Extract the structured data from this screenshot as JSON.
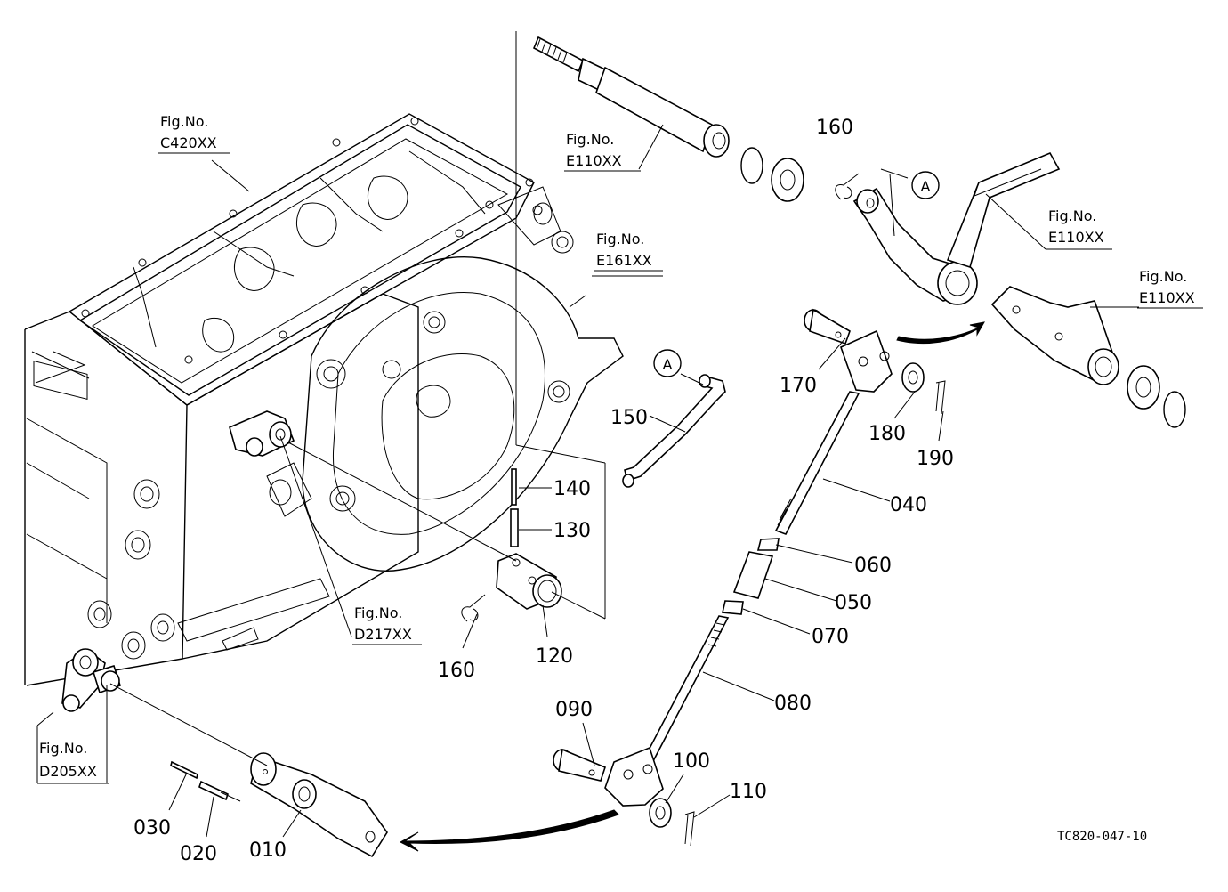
{
  "drawing_code": "TC820-047-10",
  "fig_prefix": "Fig.No.",
  "fig_refs": {
    "c420": "C420XX",
    "e110_shaft": "E110XX",
    "e110_arm": "E110XX",
    "e110_right": "E110XX",
    "e161": "E161XX",
    "d217": "D217XX",
    "d205": "D205XX"
  },
  "callout_letter": "A",
  "parts": {
    "p010": "010",
    "p020": "020",
    "p030": "030",
    "p040": "040",
    "p050": "050",
    "p060": "060",
    "p070": "070",
    "p080": "080",
    "p090": "090",
    "p100": "100",
    "p110": "110",
    "p120": "120",
    "p130": "130",
    "p140": "140",
    "p150": "150",
    "p160_top": "160",
    "p160_low": "160",
    "p170": "170",
    "p180": "180",
    "p190": "190"
  }
}
